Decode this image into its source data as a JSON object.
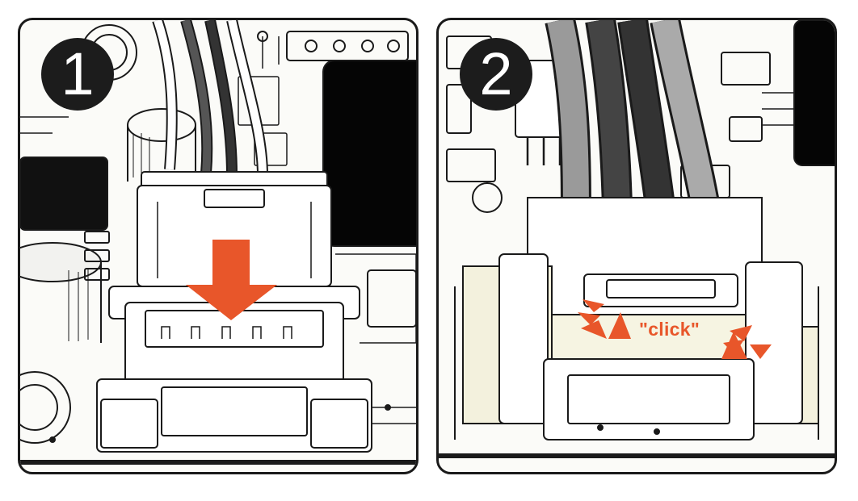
{
  "steps": [
    {
      "number": "1"
    },
    {
      "number": "2",
      "click_label": "\"click\""
    }
  ],
  "colors": {
    "accent": "#e8562a",
    "ink": "#1a1a1a",
    "board": "#fbfbf8",
    "highlight": "#f3f1dd"
  },
  "icons": [
    "down-arrow-icon",
    "click-burst-icon"
  ]
}
